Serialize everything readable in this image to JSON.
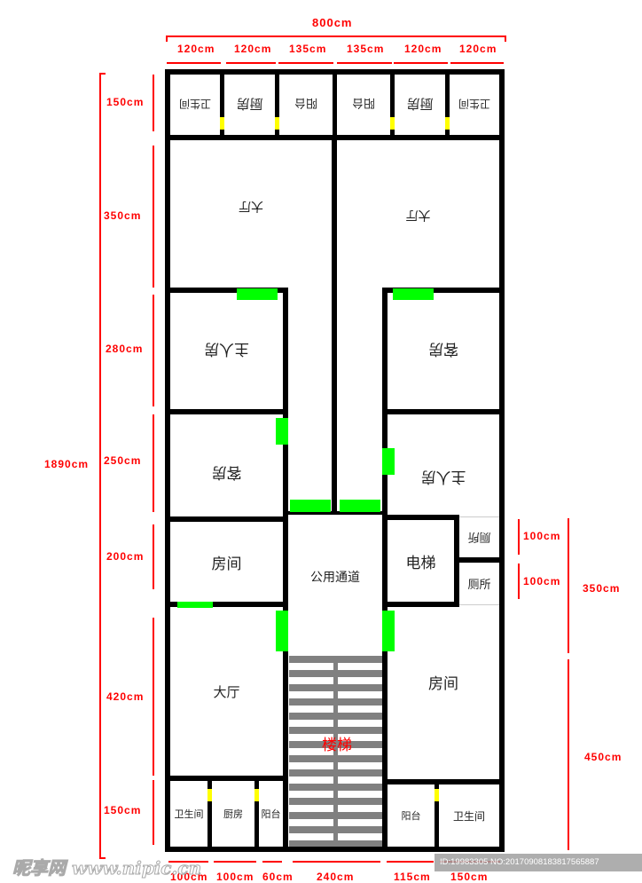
{
  "title": "Floor plan",
  "dimensions": {
    "total_width": "800cm",
    "total_height": "1890cm",
    "top": [
      "120cm",
      "120cm",
      "135cm",
      "135cm",
      "120cm",
      "120cm"
    ],
    "left": [
      "150cm",
      "350cm",
      "280cm",
      "250cm",
      "200cm",
      "420cm",
      "150cm"
    ],
    "bottom": [
      "100cm",
      "100cm",
      "60cm",
      "240cm",
      "115cm",
      "150cm"
    ],
    "right_small": [
      "100cm",
      "100cm"
    ],
    "right_large": [
      "350cm",
      "450cm"
    ]
  },
  "rooms": {
    "top_row": [
      "卫生间",
      "厨房",
      "阳台",
      "阳台",
      "厨房",
      "卫生间"
    ],
    "hall_left": "大厅",
    "hall_right": "大厅",
    "master_left": "主人房",
    "guest_right": "客房",
    "guest_left": "客房",
    "master_right": "主人房",
    "room_left": "房间",
    "corridor": "公用通道",
    "elevator": "电梯",
    "toilet_upper": "厕所",
    "toilet_lower": "厕所",
    "hall_bottom_left": "大厅",
    "room_right": "房间",
    "stairs": "楼梯",
    "bottom_row_left": [
      "卫生间",
      "厨房",
      "阳台"
    ],
    "bottom_row_right": [
      "阳台",
      "卫生间"
    ]
  },
  "colors": {
    "wall": "#000000",
    "door_green": "#00ff00",
    "door_yellow": "#ffff00",
    "dimension": "#ff0000",
    "stairs": "#808080"
  },
  "watermark": {
    "left": "昵享网 www.nipic.cn",
    "right": "ID:19983305 NO:20170908183817565887"
  }
}
